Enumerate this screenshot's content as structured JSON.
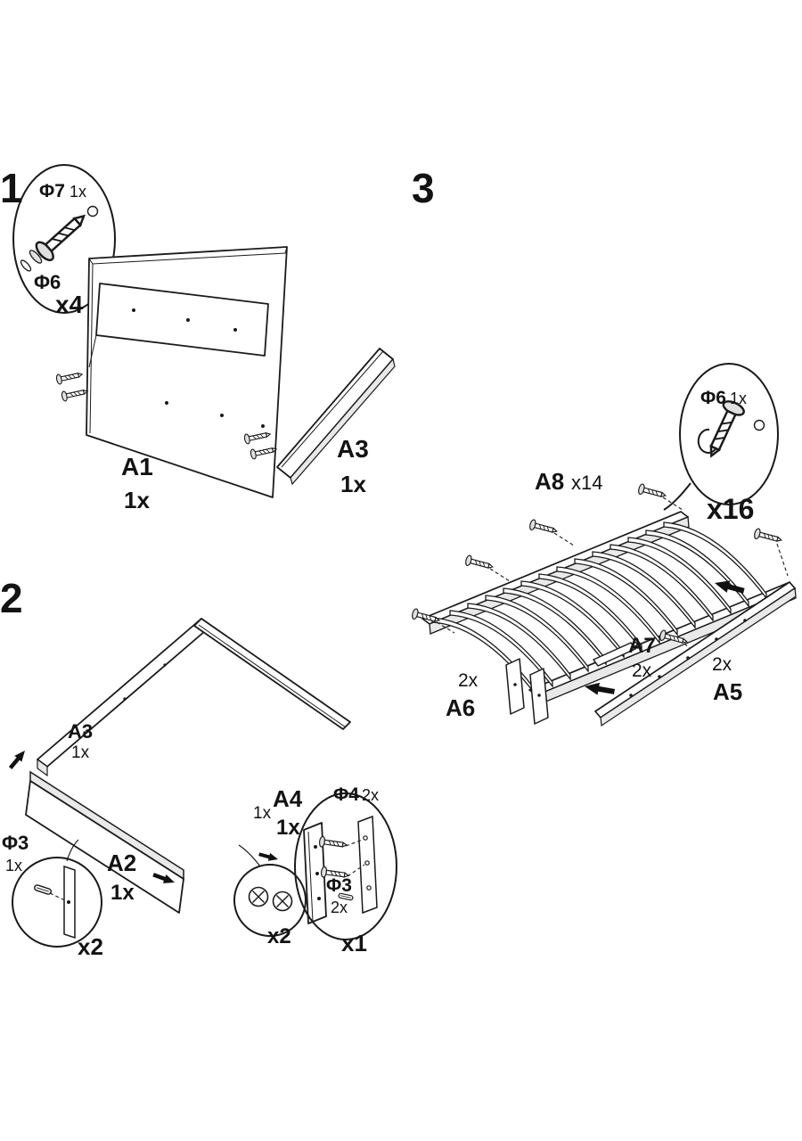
{
  "page": {
    "background": "#ffffff",
    "ink": "#1a1a1a"
  },
  "step1": {
    "number": "1",
    "detail": {
      "phi7": "Φ7",
      "phi7_qty": "1x",
      "phi6": "Φ6",
      "multiplier": "x4"
    },
    "parts": {
      "a1": "A1",
      "a1_qty": "1x",
      "a3": "A3",
      "a3_qty": "1x"
    }
  },
  "step2": {
    "number": "2",
    "parts": {
      "a3": "A3",
      "a3_qty": "1x",
      "a4": "A4",
      "a4_qty": "1x",
      "a4_qty_small": "1x",
      "a2": "A2",
      "a2_qty": "1x"
    },
    "detail_dowel": {
      "phi3": "Φ3",
      "phi3_qty": "1x",
      "multiplier": "x2"
    },
    "detail_cam": {
      "multiplier": "x2"
    },
    "detail_screws": {
      "phi4": "Φ4",
      "phi4_qty": "2x",
      "phi3": "Φ3",
      "phi3_qty": "2x",
      "multiplier": "x1"
    }
  },
  "step3": {
    "number": "3",
    "detail": {
      "phi6": "Φ6",
      "phi6_qty": "1x",
      "multiplier": "x16"
    },
    "parts": {
      "a8": "A8",
      "a8_qty": "x14",
      "a7": "A7",
      "a7_qty": "2x",
      "a6": "A6",
      "a6_qty": "2x",
      "a5": "A5",
      "a5_qty": "2x"
    }
  }
}
